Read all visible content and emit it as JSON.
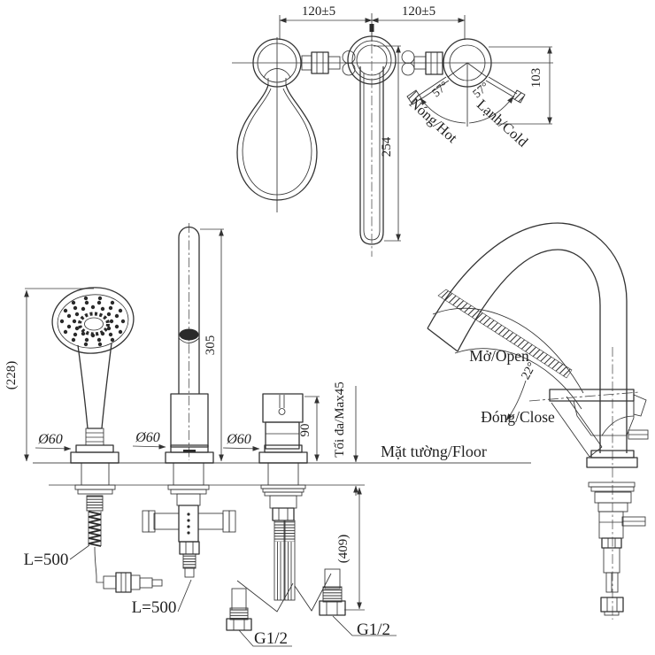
{
  "drawing": {
    "top": {
      "dim_left": "120±5",
      "dim_right": "120±5",
      "dim_side": "103",
      "dim_lever": "254",
      "angle_hot": "57°",
      "angle_cold": "57°",
      "label_hot": "Nóng/Hot",
      "label_cold": "Lạnh/Cold"
    },
    "front": {
      "dim_shower": "(228)",
      "dim_post": "305",
      "dim_handle": "90",
      "deck_max": "Tối đa/Max45",
      "floor": "Mặt tường/Floor",
      "dim_below": "(409)",
      "label_open": "Mở/Open",
      "label_close": "Đóng/Close",
      "angle_open": "22°",
      "dia_1": "Ø60",
      "dia_2": "Ø60",
      "dia_3": "Ø60",
      "hose_1": "L=500",
      "hose_2": "L=500",
      "thread_left": "G1/2",
      "thread_right": "G1/2"
    }
  },
  "colors": {
    "line": "#333333",
    "background": "#ffffff"
  }
}
